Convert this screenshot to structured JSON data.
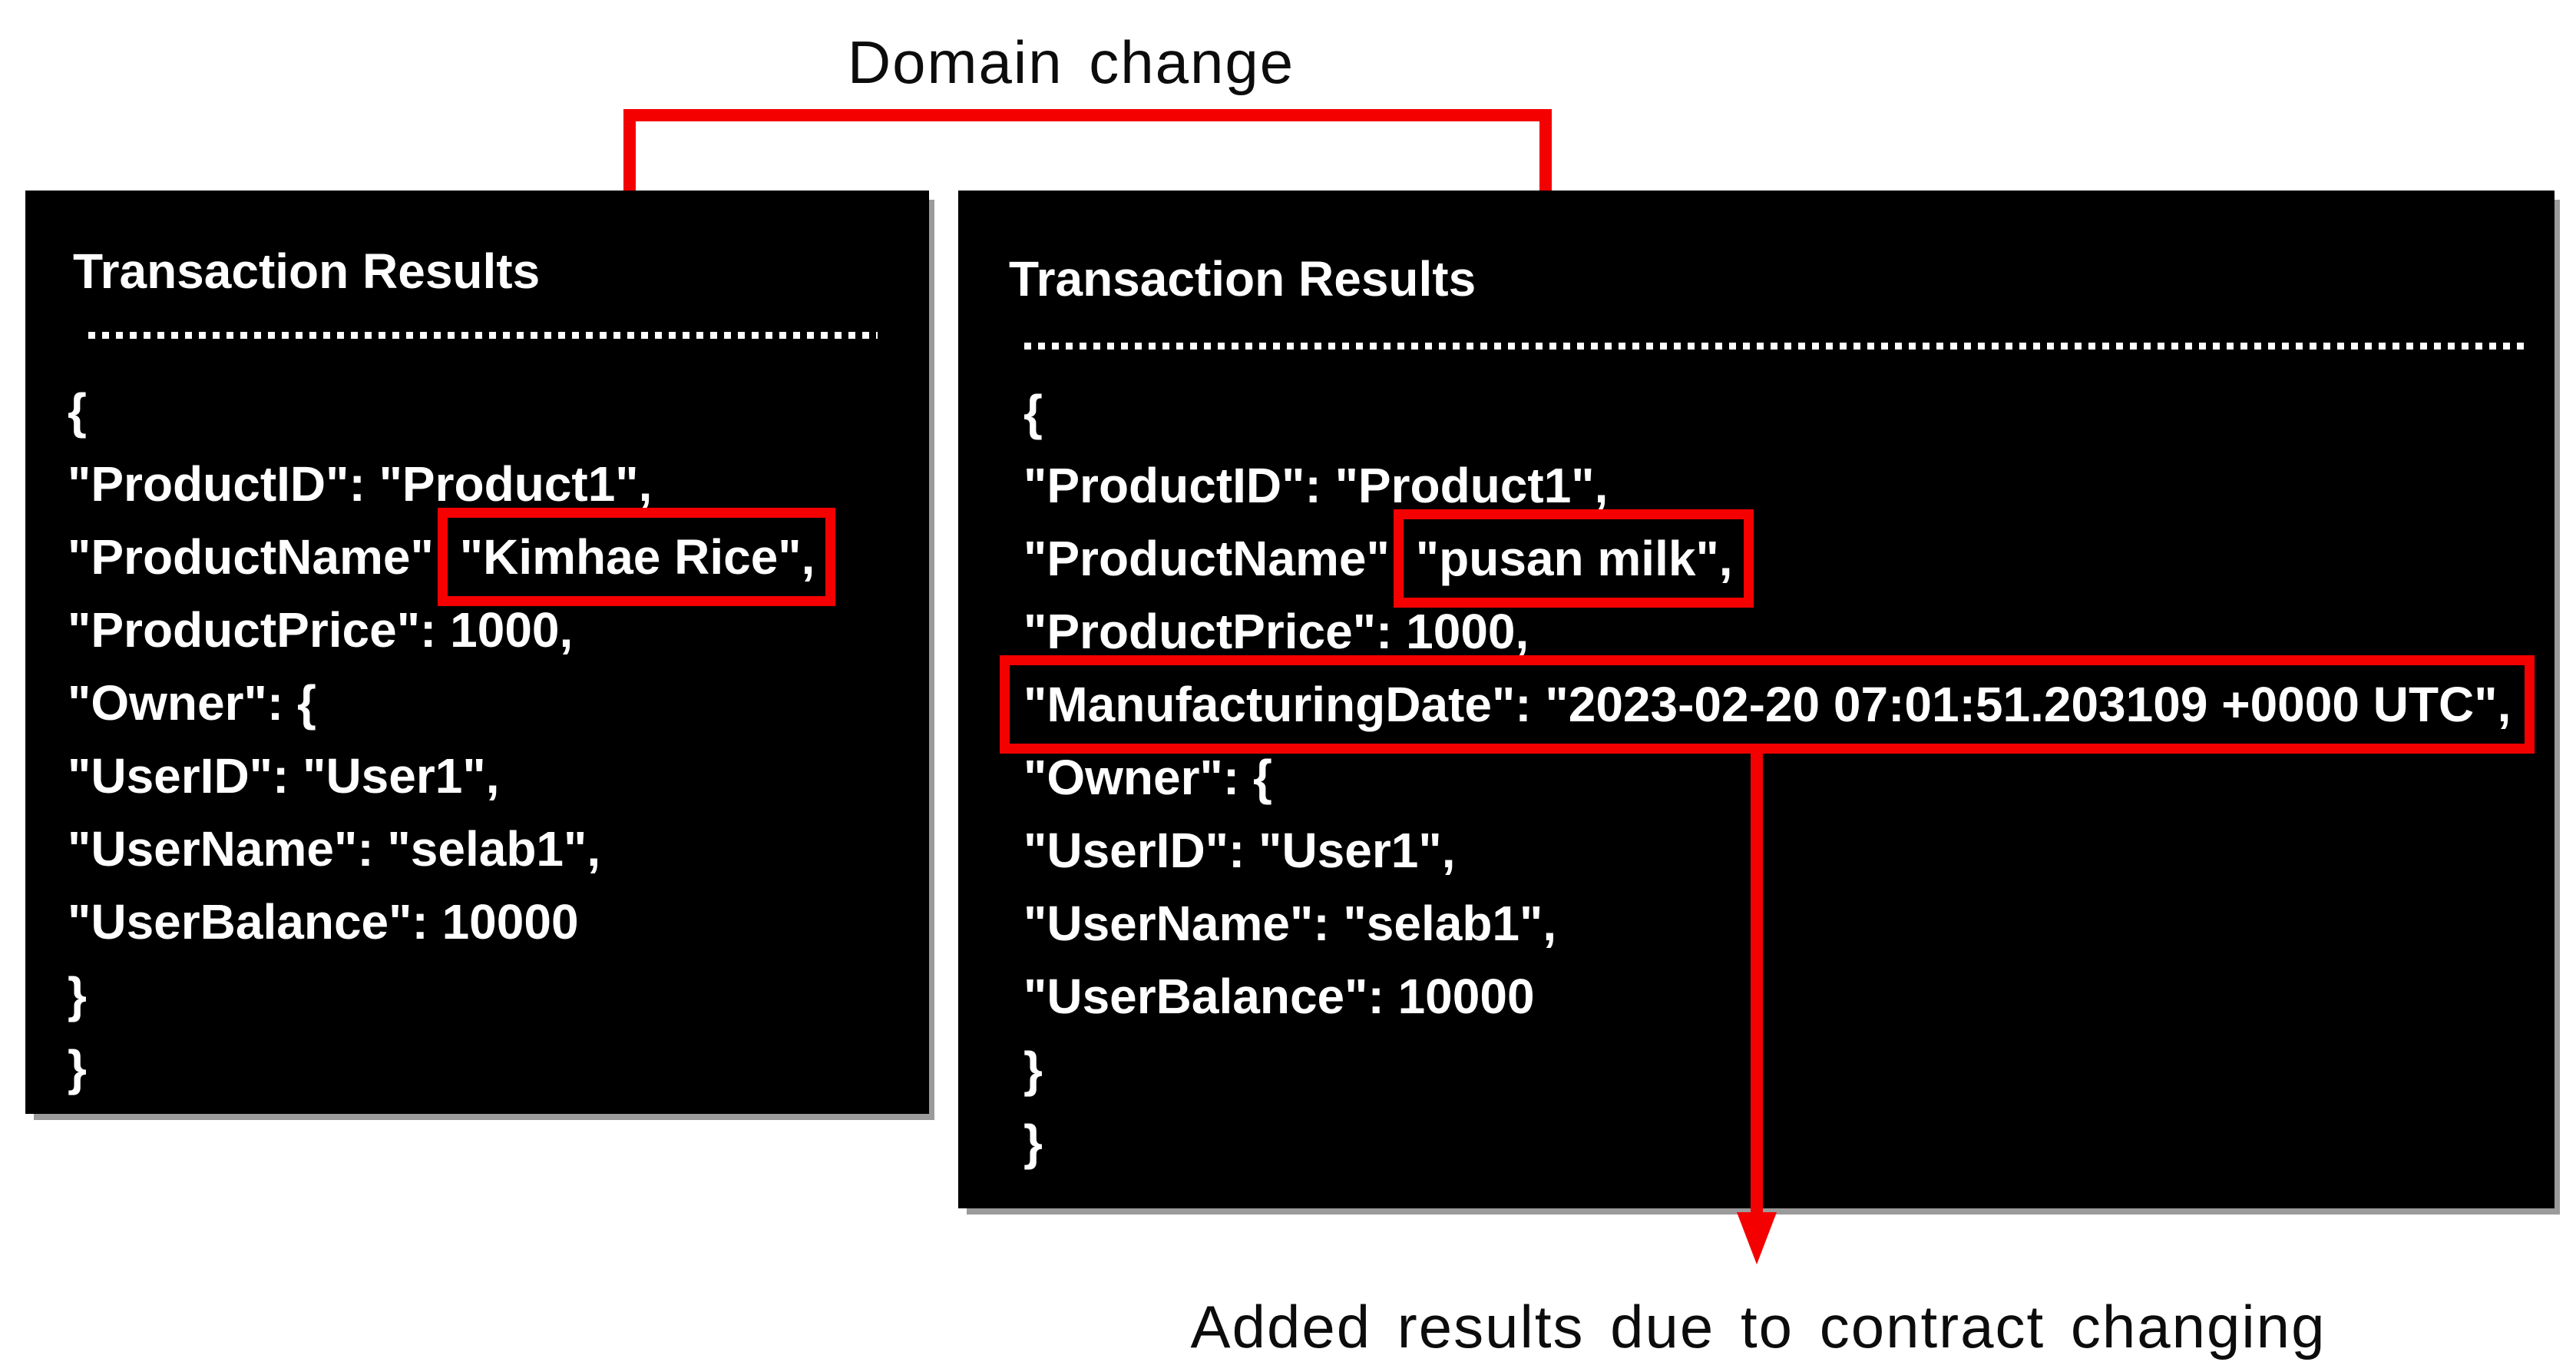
{
  "colors": {
    "accent_red": "#f40000",
    "panel_bg": "#000000",
    "panel_text": "#ffffff",
    "shadow_gray": "#9b9b9b",
    "page_bg": "#ffffff",
    "label_text": "#0c0c0c"
  },
  "annotations": {
    "top_label": "Domain change",
    "bottom_label": "Added results due to contract changing"
  },
  "left_panel": {
    "title": "Transaction Results",
    "lines": [
      {
        "text": "{"
      },
      {
        "text": "\"ProductID\": \"Product1\","
      },
      {
        "label": "\"ProductName\"",
        "boxed": "\"Kimhae Rice\","
      },
      {
        "text": "\"ProductPrice\": 1000,"
      },
      {
        "text": "\"Owner\": {"
      },
      {
        "text": "\"UserID\": \"User1\","
      },
      {
        "text": "\"UserName\": \"selab1\","
      },
      {
        "text": "\"UserBalance\": 10000"
      },
      {
        "text": "}"
      },
      {
        "text": "}"
      }
    ]
  },
  "right_panel": {
    "title": "Transaction Results",
    "lines": [
      {
        "text": "{"
      },
      {
        "text": "\"ProductID\": \"Product1\","
      },
      {
        "label": "\"ProductName\"",
        "boxed": "\"pusan milk\","
      },
      {
        "text": "\"ProductPrice\": 1000,"
      },
      {
        "boxed_full": "\"ManufacturingDate\": \"2023-02-20 07:01:51.203109 +0000 UTC\","
      },
      {
        "text": "\"Owner\": {"
      },
      {
        "text": "\"UserID\": \"User1\","
      },
      {
        "text": "\"UserName\": \"selab1\","
      },
      {
        "text": "\"UserBalance\": 10000"
      },
      {
        "text": "}"
      },
      {
        "text": "}"
      }
    ]
  }
}
